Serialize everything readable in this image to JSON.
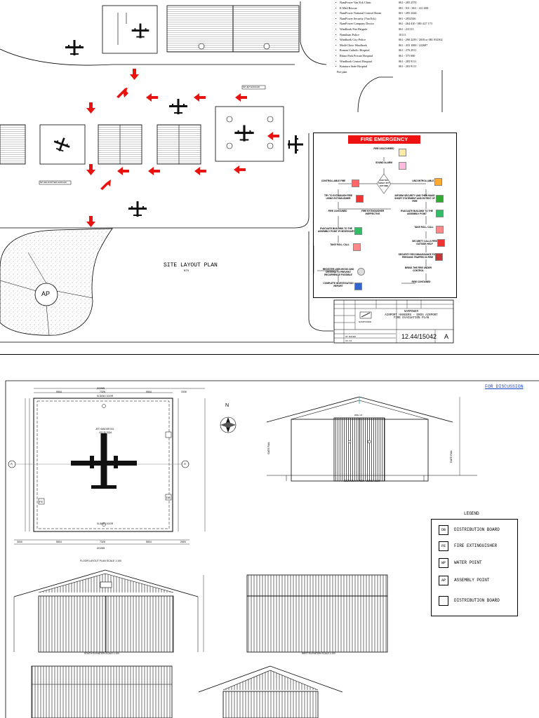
{
  "contacts": {
    "rows": [
      {
        "name": "NamPower Van Eck Clinic",
        "number": "061 - 205 2570"
      },
      {
        "name": "E-Med Rescue",
        "number": "081 - 911 / 061 - 411 600"
      },
      {
        "name": "NamPower National Control Room",
        "number": "061 - 205 2244"
      },
      {
        "name": "NamPower Security (Van Eck)",
        "number": "061 - 2052346"
      },
      {
        "name": "NamPower Company Doctor",
        "number": "061 - 264 410 / 081-227 173"
      },
      {
        "name": "Windhoek Fire Brigade",
        "number": "061 - 211111"
      },
      {
        "name": "Namibian Police",
        "number": "10111"
      },
      {
        "name": "Windhoek City Police",
        "number": "061 - 290 2239 / 2018 or 081 932302"
      },
      {
        "name": "Medi-Clinic Windhoek",
        "number": "061 - 433 1000 / 222687"
      },
      {
        "name": "Roman Catholic Hospital",
        "number": "061 - 270 2911"
      },
      {
        "name": "Rhino Park Private Hospital",
        "number": "061 - 375 000"
      },
      {
        "name": "Windhoek Central Hospital",
        "number": "061 - 203 9111"
      },
      {
        "name": "Katutura State Hospital",
        "number": "061 - 203 9111"
      }
    ],
    "footer": "Fire plan"
  },
  "site": {
    "title": "SITE LAYOUT PLAN",
    "subtitle": "NTS",
    "assembly_point": "AP",
    "callout_left": "NP HELICOPTER HANGAR",
    "callout_right": "NP JET HANGAR"
  },
  "fire_emergency": {
    "title": "FIRE EMERGENCY",
    "nodes": {
      "discovered": "FIRE DISCOVERED",
      "alarm": "SOUND ALARM",
      "decision": "CAN YOU SAFELY PUT OUT FIRE",
      "controllable": "CONTROLLABLE FIRE",
      "uncontrollable": "UNCONTROLLABLE FIRE",
      "try_extinguish": "TRY TO EXTINGUISH FIRE USING EXTINGUISHER",
      "inform_security": "INFORM SECURITY AND THEN MAKE SHORT STATEMENT AND EXTENT OF FIRE",
      "fire_contained": "FIRE CONTAINED",
      "extinguisher_ineffective": "FIRE EXTINGUISHER INEFFECTIVE",
      "evacuate_right": "EVACUATE BUILDING TO THE ASSEMBLY POINT",
      "evacuate_left": "EVACUATE BUILDING TO THE ASSEMBLY POINT IF NECESSARY",
      "take_roll_call_left": "TAKE ROLL CALL",
      "take_roll_call_right": "TAKE ROLL CALL",
      "security_calls": "SECURITY CALLS FIRE OUTSIDE HELP",
      "security_reconnaissance": "SECURITY RECONNAISSANCE FOR PERSONS TRAPPED IN FIRE",
      "register": "REGISTER LIKELIHOOD AND CRITERIA TO PREVENT RECURRENCE POSSIBLE",
      "complete_report": "COMPLETE INVESTIGATION REPORT",
      "bring_fire": "BRING THE FIRE UNDER CONTROL",
      "fire_contained_2": "FIRE CONTAINED"
    }
  },
  "title_block": {
    "owner_lines": [
      "NAMPOWER",
      "AIRPORT HANGERS - EROS AIRPORT",
      "FIRE EVACUATION PLAN"
    ],
    "logo_text": "NAMPOWER",
    "drawing_number": "12.44/15042",
    "revision": "A",
    "small_labels": [
      "DRAWN",
      "DATE",
      "SCALE",
      "CHECKED",
      "REV",
      "SHEET",
      "AT: RATED",
      "CF: A3"
    ]
  },
  "hangar": {
    "for_discussion": "FOR DISCUSSION",
    "floor_plan_caption": "FLOOR LAYOUT PLAN SCALE 1:100",
    "overall_width": "20265",
    "dims_top": [
      "5504",
      "7328",
      "5504",
      "3336"
    ],
    "dims_bottom": [
      "3000",
      "5504",
      "7328",
      "5504",
      "2500"
    ],
    "sliding_door": "SLIDING DOOR",
    "aircraft_label": "JET HANGER 001",
    "aircraft_sub": "476.95 SQM",
    "section_caption": "SECTION A-A VIEW - SCALE 1:100",
    "south_caption": "SOUTH ELEVATION SCALE 1:100",
    "west_caption": "WEST ELEVATION SCALE 1:100",
    "north_label": "N",
    "section_marker": "A",
    "ridge_label": "RPE 4.6",
    "side_label": "GATE RAIL",
    "fe": "FE",
    "db": "DB"
  },
  "legend": {
    "title": "LEGEND",
    "items": [
      {
        "code": "DB",
        "label": "DISTRIBUTION BOARD"
      },
      {
        "code": "FE",
        "label": "FIRE EXTINGUISHER"
      },
      {
        "code": "WP",
        "label": "WATER POINT"
      },
      {
        "code": "AP",
        "label": "ASSEMBLY POINT"
      },
      {
        "code": "",
        "label": "DISTRIBUTION BOARD"
      }
    ]
  },
  "colors": {
    "arrow": "#e8130e",
    "fire_title": "#e11111",
    "ink": "#000000"
  }
}
